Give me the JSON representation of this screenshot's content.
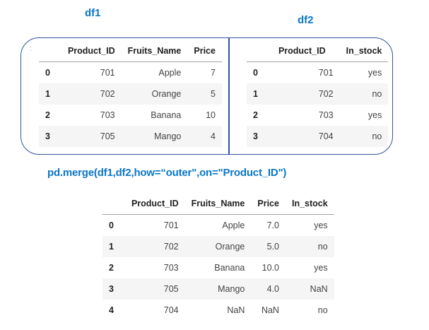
{
  "colors": {
    "accent_blue_text": "#0b76c4",
    "box_border_blue": "#30549b",
    "stripe_gray": "#f5f5f5",
    "header_underline": "#a3a3a3"
  },
  "labels": {
    "df1": "df1",
    "df2": "df2"
  },
  "prompt_mark": ":",
  "code_line": "pd.merge(df1,df2,how=“outer\",on=\"Product_ID\")",
  "tables": {
    "df1": {
      "columns": [
        "Product_ID",
        "Fruits_Name",
        "Price"
      ],
      "rows": [
        {
          "index": "0",
          "cells": [
            "701",
            "Apple",
            "7"
          ]
        },
        {
          "index": "1",
          "cells": [
            "702",
            "Orange",
            "5"
          ]
        },
        {
          "index": "2",
          "cells": [
            "703",
            "Banana",
            "10"
          ]
        },
        {
          "index": "3",
          "cells": [
            "705",
            "Mango",
            "4"
          ]
        }
      ]
    },
    "df2": {
      "columns": [
        "Product_ID",
        "In_stock"
      ],
      "rows": [
        {
          "index": "0",
          "cells": [
            "701",
            "yes"
          ]
        },
        {
          "index": "1",
          "cells": [
            "702",
            "no"
          ]
        },
        {
          "index": "2",
          "cells": [
            "703",
            "yes"
          ]
        },
        {
          "index": "3",
          "cells": [
            "704",
            "no"
          ]
        }
      ]
    },
    "merged": {
      "columns": [
        "Product_ID",
        "Fruits_Name",
        "Price",
        "In_stock"
      ],
      "rows": [
        {
          "index": "0",
          "cells": [
            "701",
            "Apple",
            "7.0",
            "yes"
          ]
        },
        {
          "index": "1",
          "cells": [
            "702",
            "Orange",
            "5.0",
            "no"
          ]
        },
        {
          "index": "2",
          "cells": [
            "703",
            "Banana",
            "10.0",
            "yes"
          ]
        },
        {
          "index": "3",
          "cells": [
            "705",
            "Mango",
            "4.0",
            "NaN"
          ]
        },
        {
          "index": "4",
          "cells": [
            "704",
            "NaN",
            "NaN",
            "no"
          ]
        }
      ]
    }
  }
}
